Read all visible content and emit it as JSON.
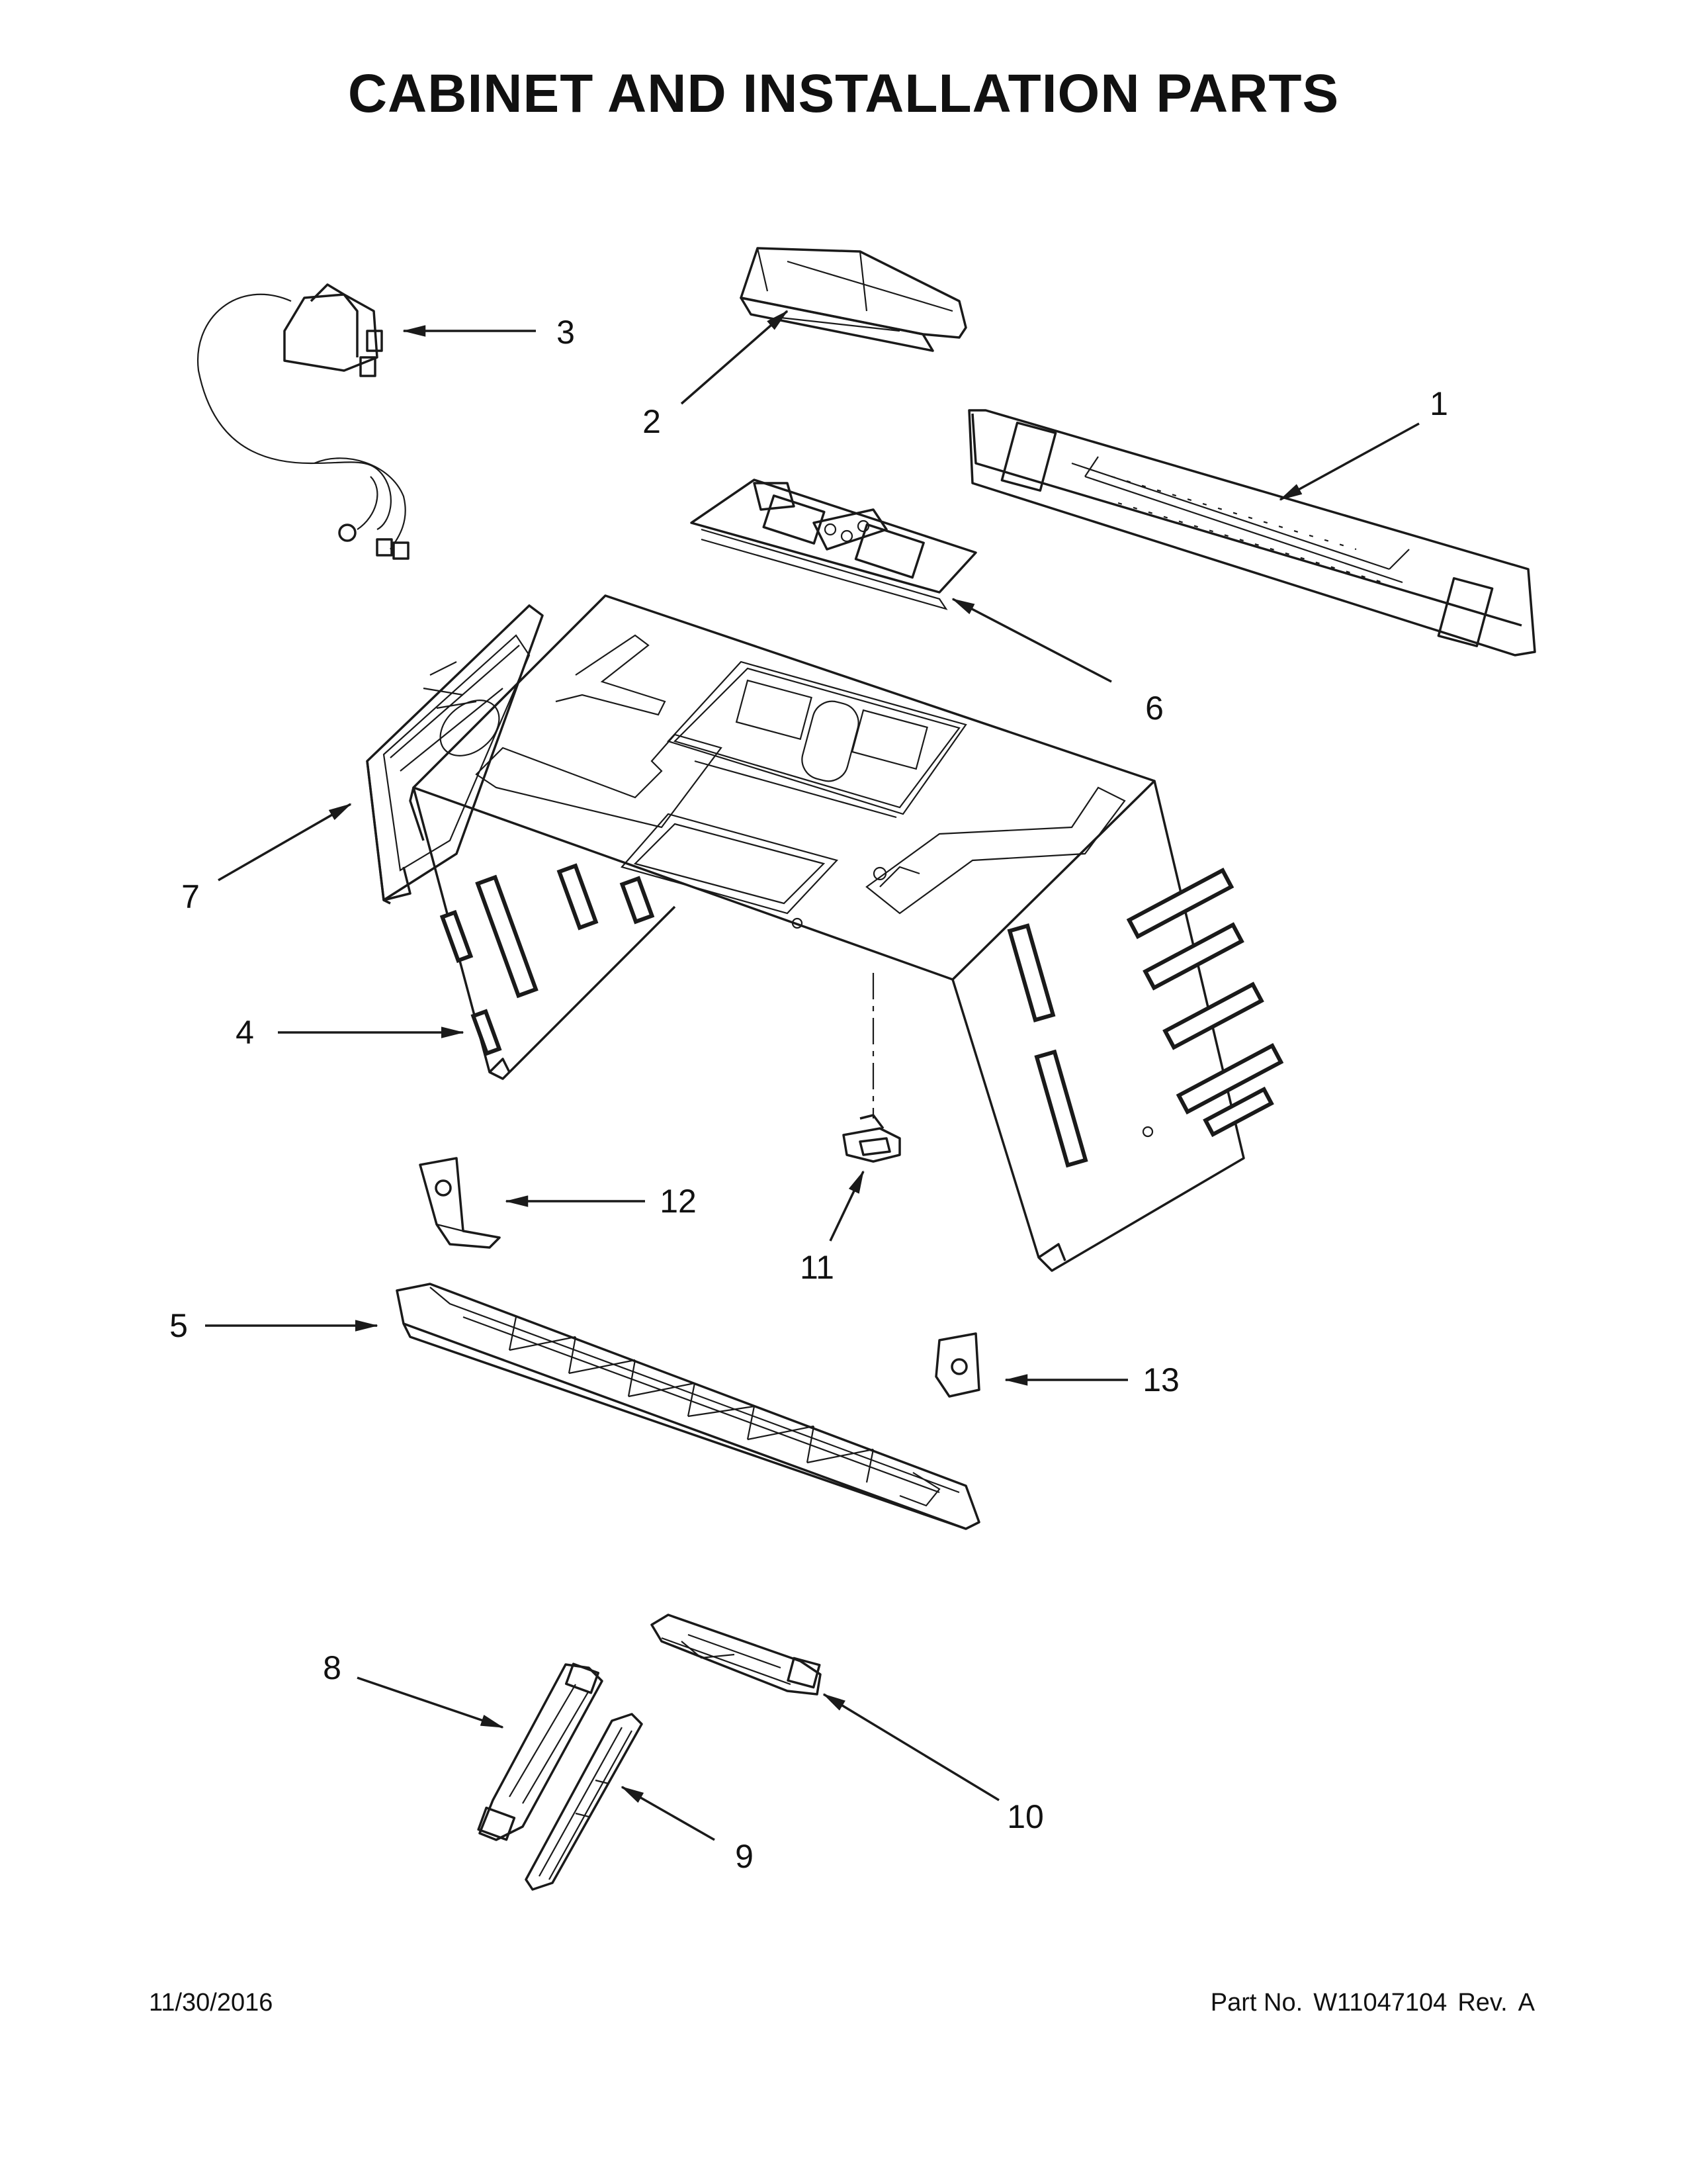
{
  "title": "CABINET AND INSTALLATION PARTS",
  "callouts": [
    {
      "id": "1",
      "label": "1",
      "name": "mounting-plate"
    },
    {
      "id": "2",
      "label": "2",
      "name": "top-vent-cover"
    },
    {
      "id": "3",
      "label": "3",
      "name": "power-cord"
    },
    {
      "id": "4",
      "label": "4",
      "name": "cabinet-wrapper"
    },
    {
      "id": "5",
      "label": "5",
      "name": "front-grille-base"
    },
    {
      "id": "6",
      "label": "6",
      "name": "top-bracket-plate"
    },
    {
      "id": "7",
      "label": "7",
      "name": "back-panel"
    },
    {
      "id": "8",
      "label": "8",
      "name": "left-vent-grille"
    },
    {
      "id": "9",
      "label": "9",
      "name": "left-vent-cover"
    },
    {
      "id": "10",
      "label": "10",
      "name": "right-vent-grille"
    },
    {
      "id": "11",
      "label": "11",
      "name": "clip"
    },
    {
      "id": "12",
      "label": "12",
      "name": "left-bracket"
    },
    {
      "id": "13",
      "label": "13",
      "name": "right-bracket"
    }
  ],
  "footer": {
    "date": "11/30/2016",
    "part_no_label": "Part No.",
    "part_no": "W11047104",
    "rev_label": "Rev.",
    "rev": "A"
  }
}
